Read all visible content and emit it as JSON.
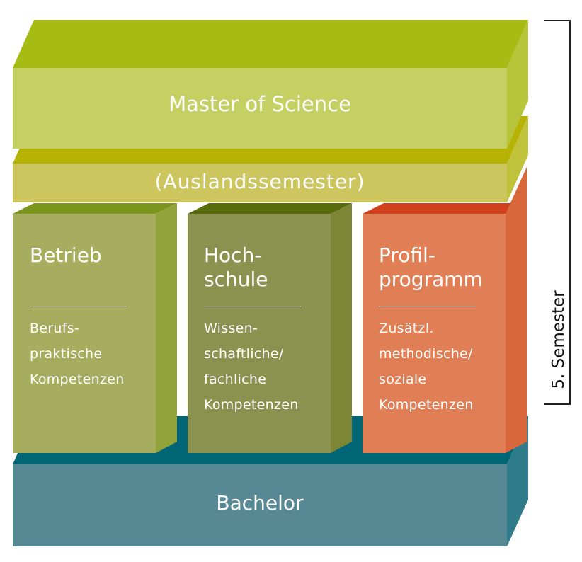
{
  "master": {
    "label": "Master of Science"
  },
  "ausland": {
    "label": "(Auslandssemester)"
  },
  "bachelor": {
    "label": "Bachelor"
  },
  "pillars": [
    {
      "title": "Betrieb",
      "desc": [
        "Berufs-",
        "praktische",
        "Kompetenzen"
      ]
    },
    {
      "title": "Hoch-\nschule",
      "desc": [
        "Wissen-",
        "schaftliche/",
        "fachliche",
        "Kompetenzen"
      ]
    },
    {
      "title": "Profil-\nprogramm",
      "desc": [
        "Zusätzl.",
        "methodische/",
        "soziale",
        "Kompetenzen"
      ]
    }
  ],
  "bracket": {
    "label": "5. Semester"
  },
  "colors": {
    "master_front": "#c4d062",
    "master_top": "#a6bc14",
    "master_side": "#b7c53a",
    "ausland_front": "#cdc65e",
    "ausland_top": "#b6b305",
    "ausland_side": "#c0c23c",
    "betrieb_front": "#a6ad5f",
    "betrieb_side": "#93a33b",
    "betrieb_top": "#7c951d",
    "hochschule_front": "#8b9250",
    "hochschule_side": "#7c8634",
    "hochschule_top": "#596c0c",
    "profil_front": "#e07e55",
    "profil_side": "#d8683c",
    "profil_top": "#d2411e",
    "bachelor_front": "#578995",
    "bachelor_top": "#006676",
    "bachelor_side": "#2f7b8a"
  }
}
